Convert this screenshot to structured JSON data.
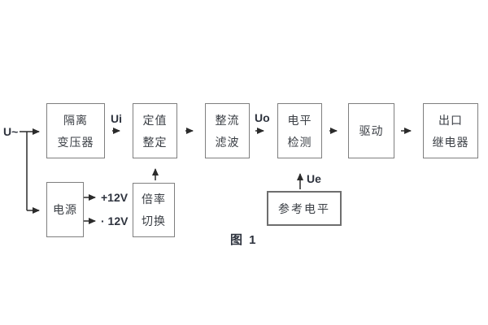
{
  "diagram": {
    "caption": "图 1",
    "labels": {
      "input": "U~",
      "ui": "Ui",
      "uo": "Uo",
      "ue": "Ue",
      "plus12v": "+12V",
      "minus12v": "· 12V"
    },
    "blocks": {
      "isolation_transformer": {
        "line1": "隔离",
        "line2": "变压器"
      },
      "value_setting": {
        "line1": "定值",
        "line2": "整定"
      },
      "rectify_filter": {
        "line1": "整流",
        "line2": "滤波"
      },
      "level_detect": {
        "line1": "电平",
        "line2": "检测"
      },
      "drive": {
        "line1": "驱动"
      },
      "outlet_relay": {
        "line1": "出口",
        "line2": "继电器"
      },
      "power_supply": {
        "line1": "电源"
      },
      "ratio_switch": {
        "line1": "倍率",
        "line2": "切换"
      },
      "reference_level": {
        "line1": "参考电平"
      }
    },
    "colors": {
      "wire": "#2b2b2b",
      "box_border": "#7f7f7f",
      "text": "#33373d"
    }
  }
}
